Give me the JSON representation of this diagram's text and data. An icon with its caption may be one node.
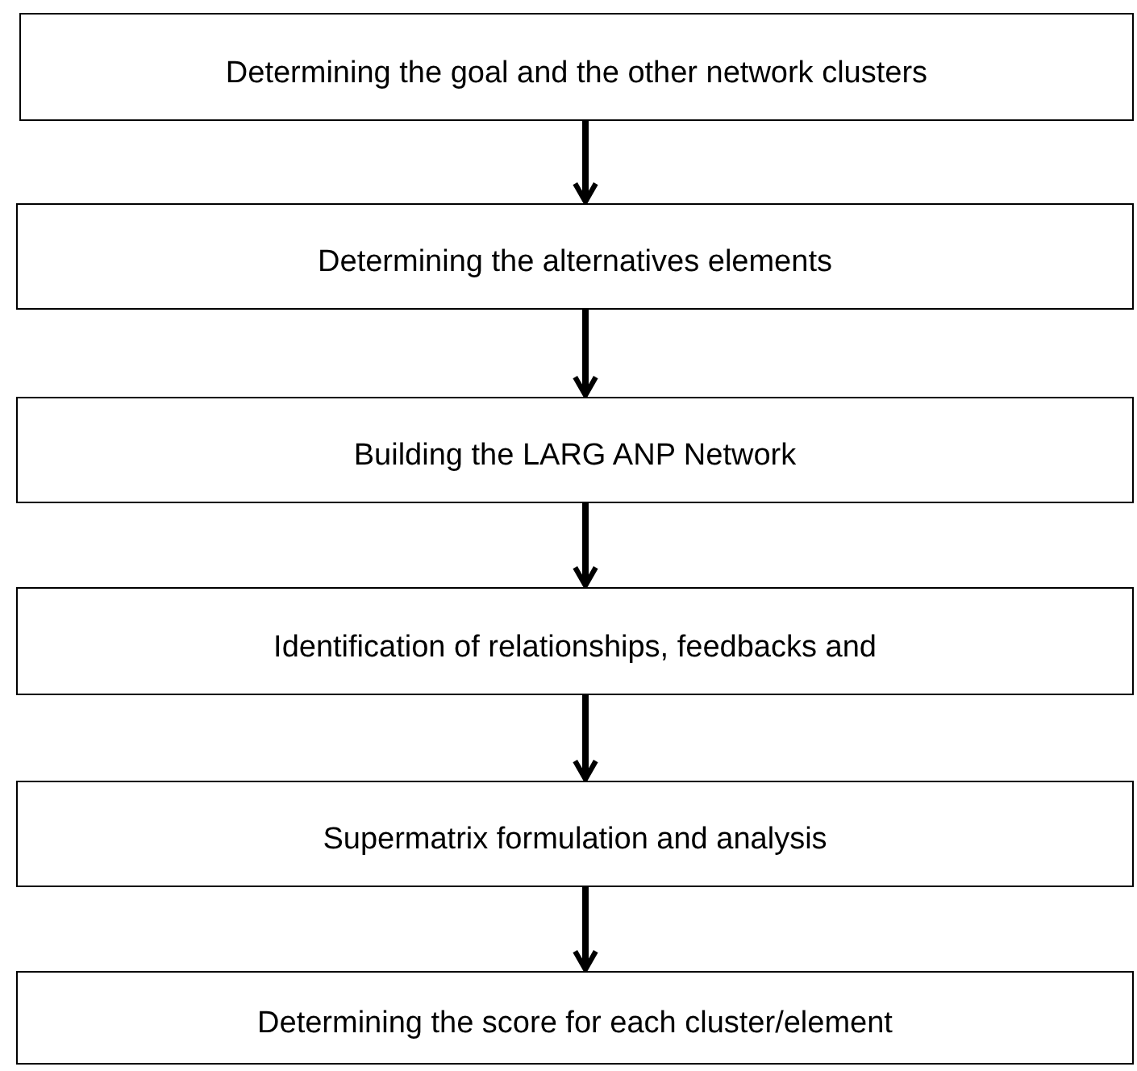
{
  "diagram": {
    "nodes": [
      {
        "text": [
          "Determining the goal and the other network clusters"
        ]
      },
      {
        "text": [
          "Determining the alternatives elements"
        ]
      },
      {
        "text": [
          "Building the LARG ANP Network"
        ]
      },
      {
        "text": [
          "Identification of relationships, feedbacks and"
        ]
      },
      {
        "text": [
          "Supermatrix formulation and analysis"
        ]
      },
      {
        "text": [
          "Determining the score for each cluster/element"
        ]
      }
    ],
    "edges": [
      {
        "from": 0,
        "to": 1,
        "arrow": "to"
      },
      {
        "from": 1,
        "to": 2,
        "arrow": "to"
      },
      {
        "from": 2,
        "to": 3,
        "arrow": "to"
      },
      {
        "from": 3,
        "to": 4,
        "arrow": "to"
      },
      {
        "from": 4,
        "to": 5,
        "arrow": "to"
      }
    ]
  }
}
